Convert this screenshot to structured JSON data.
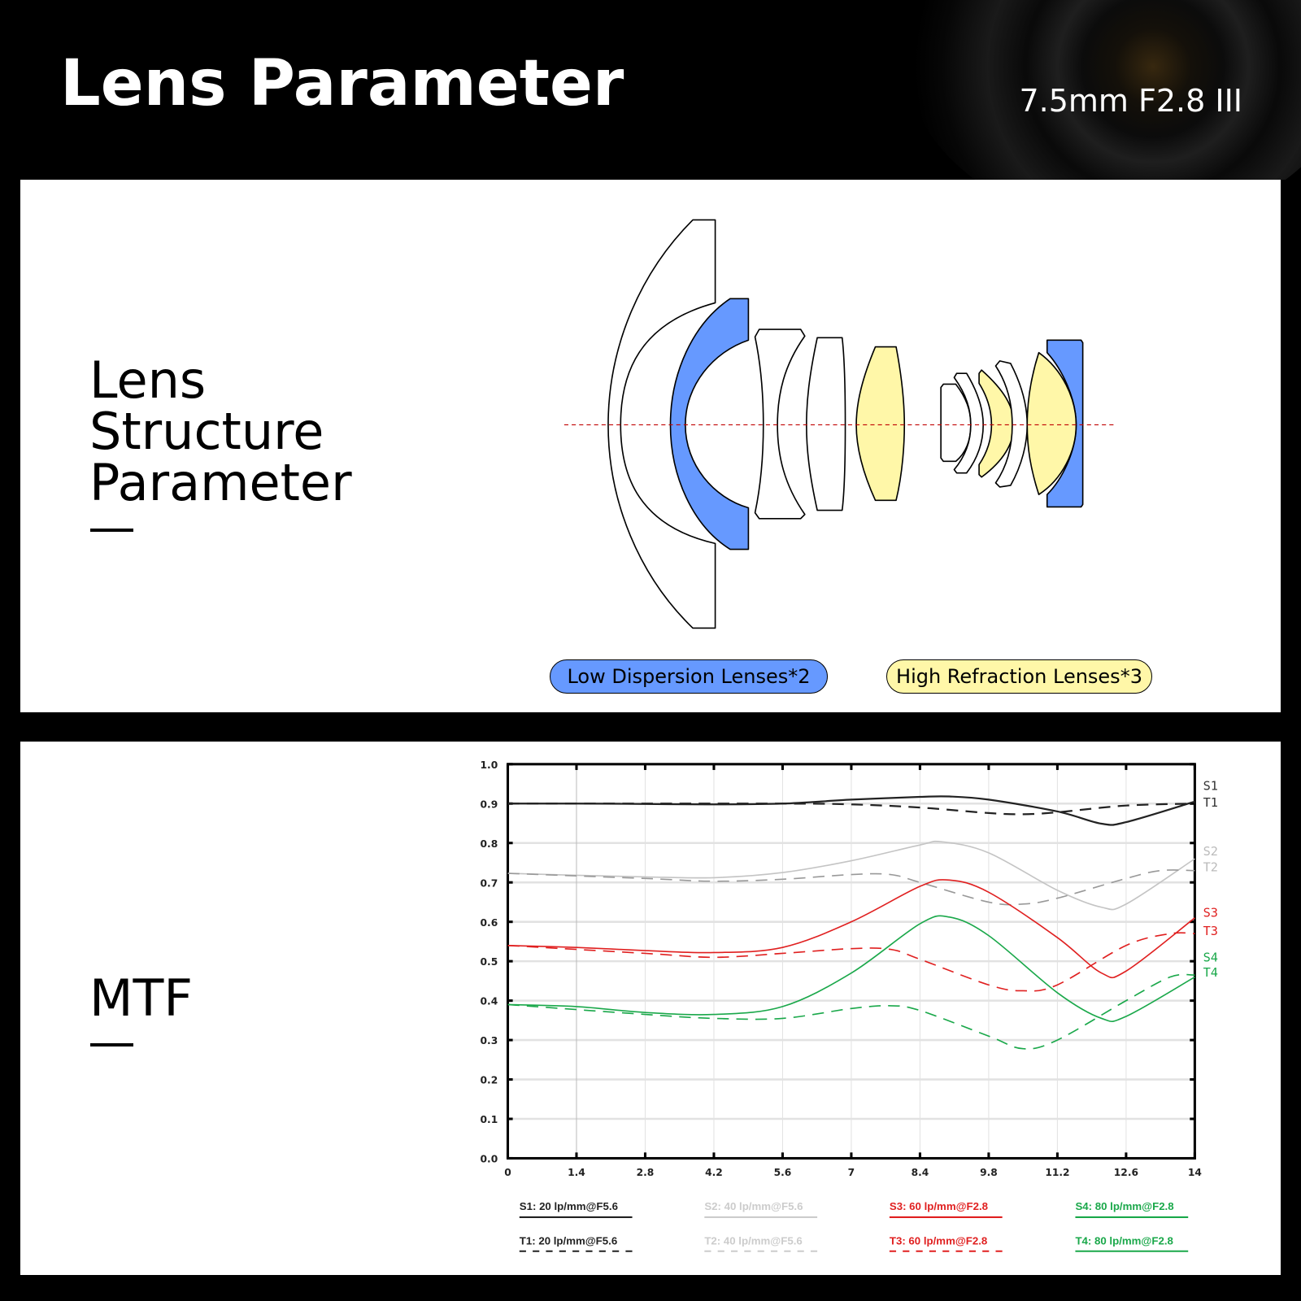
{
  "header": {
    "title": "Lens Parameter",
    "model": "7.5mm F2.8 III"
  },
  "structure": {
    "title_lines": [
      "Lens",
      "Structure",
      "Parameter"
    ],
    "legend": {
      "low_dispersion": "Low Dispersion Lenses*2",
      "high_refraction": "High Refraction Lenses*3"
    },
    "colors": {
      "low_dispersion": "#6699ff",
      "high_refraction": "#fff7a8",
      "axis": "#c00000"
    }
  },
  "mtf": {
    "title": "MTF"
  },
  "chart_data": {
    "type": "line",
    "title": "MTF",
    "xlabel": "",
    "ylabel": "",
    "xlim": [
      0,
      14
    ],
    "ylim": [
      0,
      1.0
    ],
    "xticks": [
      "0",
      "1.4",
      "2.8",
      "4.2",
      "5.6",
      "7",
      "8.4",
      "9.8",
      "11.2",
      "12.6",
      "14"
    ],
    "yticks": [
      "0.0",
      "0.1",
      "0.2",
      "0.3",
      "0.4",
      "0.5",
      "0.6",
      "0.7",
      "0.8",
      "0.9",
      "1.0"
    ],
    "grid": true,
    "series": [
      {
        "name": "S1",
        "legend": "S1: 20 lp/mm@F5.6",
        "color": "#222222",
        "dash": false,
        "x": [
          0,
          1.4,
          2.8,
          4.2,
          5.6,
          7,
          8.4,
          9,
          9.8,
          11.2,
          12.1,
          12.6,
          14
        ],
        "y": [
          0.9,
          0.9,
          0.899,
          0.898,
          0.9,
          0.91,
          0.917,
          0.918,
          0.91,
          0.88,
          0.849,
          0.853,
          0.905
        ]
      },
      {
        "name": "T1",
        "legend": "T1: 20 lp/mm@F5.6",
        "color": "#222222",
        "dash": true,
        "x": [
          0,
          2.8,
          5.6,
          7,
          8.4,
          9.8,
          10.5,
          11.2,
          12.6,
          14
        ],
        "y": [
          0.9,
          0.9,
          0.9,
          0.898,
          0.89,
          0.876,
          0.873,
          0.878,
          0.895,
          0.9
        ]
      },
      {
        "name": "S2",
        "legend": "S2: 40 lp/mm@F5.6",
        "color": "#c4c4c4",
        "dash": false,
        "x": [
          0,
          1.4,
          2.8,
          4.2,
          5.6,
          7,
          8.4,
          8.85,
          9.8,
          11.2,
          12.1,
          12.6,
          14
        ],
        "y": [
          0.723,
          0.718,
          0.714,
          0.712,
          0.725,
          0.755,
          0.795,
          0.803,
          0.775,
          0.68,
          0.637,
          0.645,
          0.76
        ]
      },
      {
        "name": "T2",
        "legend": "T2: 40 lp/mm@F5.6",
        "color": "#999999",
        "dash": true,
        "x": [
          0,
          2.8,
          4.2,
          5.6,
          7,
          7.8,
          8.4,
          9.8,
          10.5,
          11.2,
          12.6,
          13.3,
          14
        ],
        "y": [
          0.723,
          0.71,
          0.703,
          0.708,
          0.72,
          0.72,
          0.7,
          0.65,
          0.645,
          0.66,
          0.71,
          0.73,
          0.73
        ]
      },
      {
        "name": "S3",
        "legend": "S3: 60 lp/mm@F2.8",
        "color": "#e02020",
        "dash": false,
        "x": [
          0,
          1.4,
          2.8,
          4.2,
          5.6,
          7,
          8.4,
          9.0,
          9.8,
          11.2,
          12.1,
          12.6,
          14
        ],
        "y": [
          0.54,
          0.535,
          0.527,
          0.522,
          0.535,
          0.6,
          0.69,
          0.706,
          0.675,
          0.56,
          0.47,
          0.475,
          0.61
        ]
      },
      {
        "name": "T3",
        "legend": "T3: 60 lp/mm@F2.8",
        "color": "#e02020",
        "dash": true,
        "x": [
          0,
          2.8,
          4.2,
          5.6,
          7,
          7.8,
          8.4,
          9.8,
          10.5,
          11.2,
          12.6,
          13.5,
          14
        ],
        "y": [
          0.54,
          0.52,
          0.51,
          0.52,
          0.532,
          0.53,
          0.505,
          0.44,
          0.425,
          0.44,
          0.54,
          0.57,
          0.57
        ]
      },
      {
        "name": "S4",
        "legend": "S4: 80 lp/mm@F2.8",
        "color": "#1aa84a",
        "dash": false,
        "x": [
          0,
          1.4,
          2.8,
          4.2,
          5.6,
          7,
          8.4,
          9.0,
          9.8,
          11.2,
          12.1,
          12.6,
          14
        ],
        "y": [
          0.39,
          0.385,
          0.37,
          0.365,
          0.385,
          0.47,
          0.595,
          0.612,
          0.565,
          0.42,
          0.355,
          0.36,
          0.46
        ]
      },
      {
        "name": "T4",
        "legend": "T4: 80 lp/mm@F2.8",
        "color": "#1aa84a",
        "dash": true,
        "x": [
          0,
          2.8,
          4.2,
          5.6,
          7,
          7.8,
          8.4,
          9.8,
          10.5,
          11.2,
          12.6,
          13.5,
          14
        ],
        "y": [
          0.39,
          0.365,
          0.355,
          0.355,
          0.38,
          0.387,
          0.375,
          0.31,
          0.278,
          0.3,
          0.4,
          0.46,
          0.465
        ]
      }
    ]
  }
}
